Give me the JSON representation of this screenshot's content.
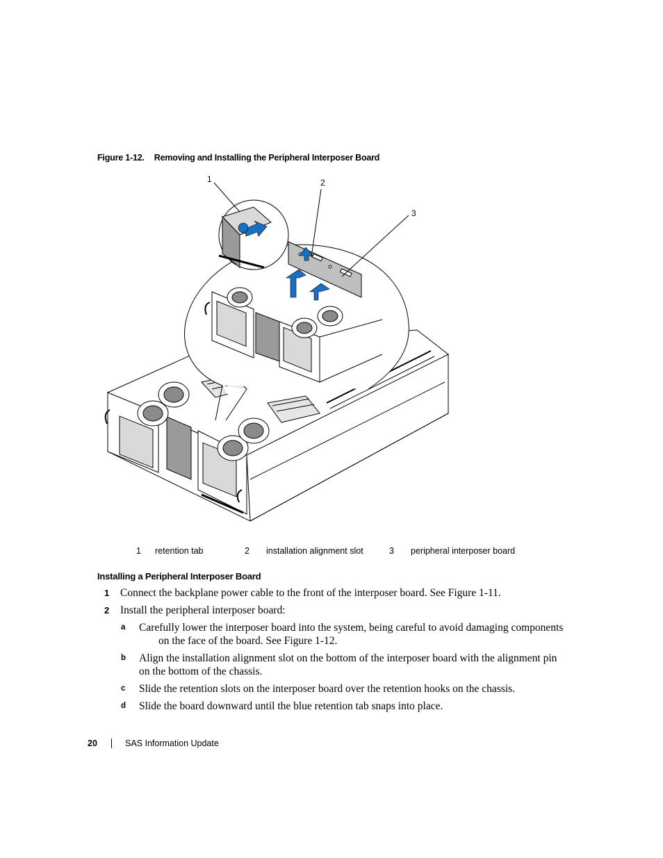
{
  "figure": {
    "number": "Figure 1-12.",
    "title": "Removing and Installing the Peripheral Interposer Board",
    "callouts": [
      "1",
      "2",
      "3"
    ]
  },
  "legend": [
    {
      "num": "1",
      "label": "retention tab"
    },
    {
      "num": "2",
      "label": "installation alignment slot"
    },
    {
      "num": "3",
      "label": "peripheral interposer board"
    }
  ],
  "section": {
    "heading": "Installing a Peripheral Interposer Board"
  },
  "steps": [
    {
      "num": "1",
      "text": "Connect the backplane power cable to the front of the interposer board. See Figure 1-11."
    },
    {
      "num": "2",
      "text": "Install the peripheral interposer board:"
    }
  ],
  "substeps": [
    {
      "letter": "a",
      "line1": "Carefully lower the interposer board into the system, being careful to avoid damaging components",
      "line2": "on the face of the board. See Figure 1-12."
    },
    {
      "letter": "b",
      "line1": "Align the installation alignment slot on the bottom of the interposer board with the alignment pin",
      "line2": "on the bottom of the chassis."
    },
    {
      "letter": "c",
      "line1": "Slide the retention slots on the interposer board over the retention hooks on the chassis.",
      "line2": ""
    },
    {
      "letter": "d",
      "line1": "Slide the board downward until the blue retention tab snaps into place.",
      "line2": ""
    }
  ],
  "footer": {
    "page_number": "20",
    "doc_title": "SAS Information Update"
  },
  "colors": {
    "arrow_blue": "#1a6fc4",
    "line": "#000000",
    "metal_gray": "#bfbfbf"
  }
}
